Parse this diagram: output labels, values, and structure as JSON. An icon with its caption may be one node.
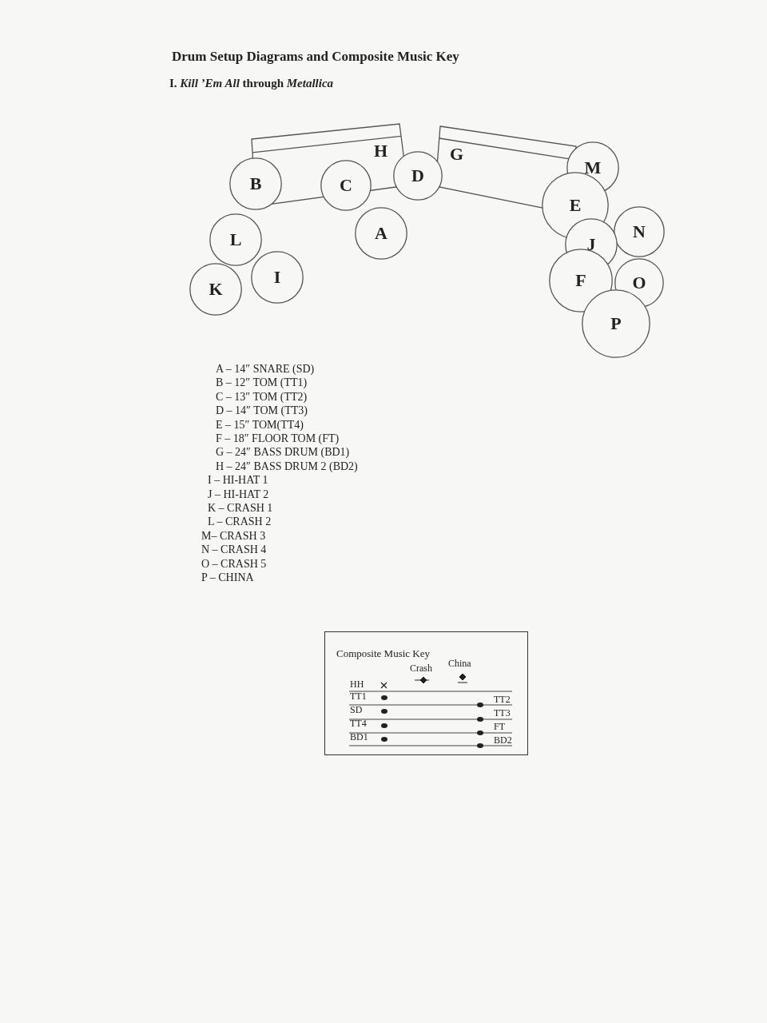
{
  "diagram": {
    "title": "Drum Setup Diagrams and Composite Music Key",
    "nodes": [
      {
        "text": [
          "H"
        ]
      },
      {
        "text": [
          "G"
        ]
      },
      {
        "text": [
          "B"
        ]
      },
      {
        "text": [
          "C"
        ]
      },
      {
        "text": [
          "D"
        ]
      },
      {
        "text": [
          "M"
        ]
      },
      {
        "text": [
          "E"
        ]
      },
      {
        "text": [
          "A"
        ]
      },
      {
        "text": [
          "L"
        ]
      },
      {
        "text": [
          "N"
        ]
      },
      {
        "text": [
          "J"
        ]
      },
      {
        "text": [
          "I"
        ]
      },
      {
        "text": [
          "K"
        ]
      },
      {
        "text": [
          "F"
        ]
      },
      {
        "text": [
          "O"
        ]
      },
      {
        "text": [
          "P"
        ]
      },
      {
        "text": [
          "Composite Music Key"
        ]
      }
    ],
    "edges": [],
    "labels": [
      "I. *Kill ’Em All* through *Metallica*",
      "A – 14″ SNARE (SD)",
      "B – 12″ TOM (TT1)",
      "C – 13″ TOM (TT2)",
      "D – 14″ TOM (TT3)",
      "E – 15″ TOM(TT4)",
      "F – 18″ FLOOR TOM (FT)",
      "G – 24″ BASS DRUM (BD1)",
      "H – 24″ BASS DRUM 2 (BD2)",
      "I  – HI-HAT 1",
      "J  – HI-HAT 2",
      "K – CRASH 1",
      "L – CRASH 2",
      "M– CRASH 3",
      "N – CRASH 4",
      "O – CRASH 5",
      "P – CHINA",
      "Crash",
      "China",
      "HH",
      "TT1",
      "SD",
      "TT4",
      "BD1",
      "TT2",
      "TT3",
      "FT",
      "BD2"
    ]
  }
}
